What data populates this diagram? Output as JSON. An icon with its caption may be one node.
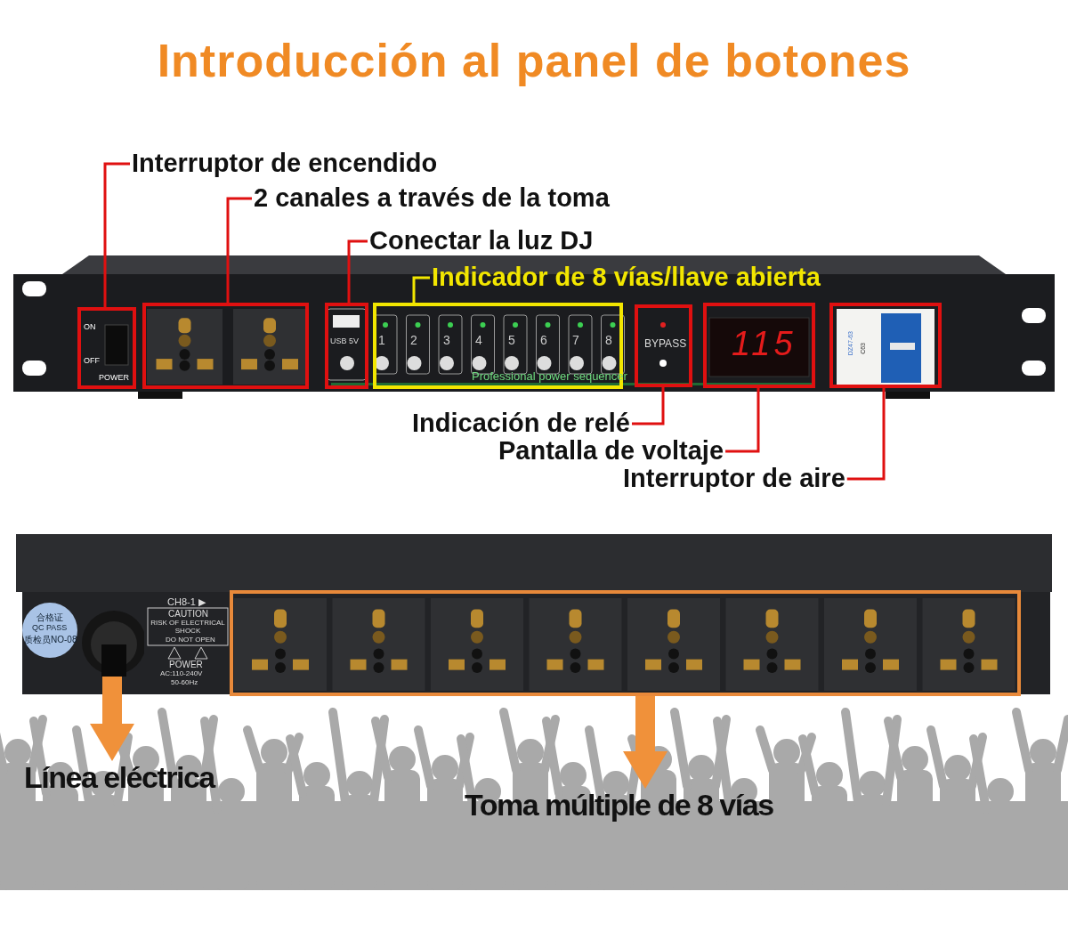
{
  "diagram": {
    "title": "Introducción al panel de botones",
    "nodes": [
      {
        "text": [
          "Interruptor de encendido"
        ]
      },
      {
        "text": [
          "2 canales a través de la toma"
        ]
      },
      {
        "text": [
          "Conectar la luz DJ"
        ]
      },
      {
        "text": [
          "Indicador de 8 vías/llave abierta"
        ]
      },
      {
        "text": [
          "Indicación de relé"
        ]
      },
      {
        "text": [
          "Pantalla de voltaje"
        ]
      },
      {
        "text": [
          "Interruptor de aire"
        ]
      },
      {
        "text": [
          "Línea eléctrica"
        ]
      },
      {
        "text": [
          "Toma múltiple de 8 vías"
        ]
      },
      {
        "text": [],
        "shape": "box"
      },
      {
        "text": [],
        "shape": "box"
      },
      {
        "text": [],
        "shape": "box"
      },
      {
        "text": [],
        "shape": "box"
      },
      {
        "text": [],
        "shape": "box"
      },
      {
        "text": [],
        "shape": "box"
      },
      {
        "text": [],
        "shape": "box"
      },
      {
        "text": [],
        "shape": "picture"
      },
      {
        "text": [],
        "shape": "box"
      }
    ],
    "edges": [
      {
        "from": 0,
        "to": 9,
        "arrow": "none"
      },
      {
        "from": 1,
        "to": 10,
        "arrow": "none"
      },
      {
        "from": 2,
        "to": 11,
        "arrow": "none"
      },
      {
        "from": 3,
        "to": 12,
        "arrow": "none",
        "color": "#f2e600"
      },
      {
        "from": 4,
        "to": 13,
        "arrow": "none"
      },
      {
        "from": 5,
        "to": 14,
        "arrow": "none"
      },
      {
        "from": 6,
        "to": 15,
        "arrow": "none"
      },
      {
        "from": 16,
        "to": 7,
        "arrow": "to",
        "style": "thick",
        "color": "#f0913a"
      },
      {
        "from": 17,
        "to": 8,
        "arrow": "to",
        "style": "thick",
        "color": "#f0913a"
      }
    ],
    "labels": [
      "ON",
      "OFF",
      "POWER",
      "USB 5V",
      "1",
      "2",
      "3",
      "4",
      "5",
      "6",
      "7",
      "8",
      "Professional power sequencer",
      "BYPASS",
      "115",
      "DZ47-63",
      "C63",
      "合格证",
      "QC PASS",
      "质检员NO-08",
      "CH8-1 ▶",
      "CAUTION",
      "RISK OF ELECTRICAL SHOCK",
      "DO NOT OPEN",
      "POWER",
      "AC:110-240V",
      "50-60Hz"
    ]
  }
}
